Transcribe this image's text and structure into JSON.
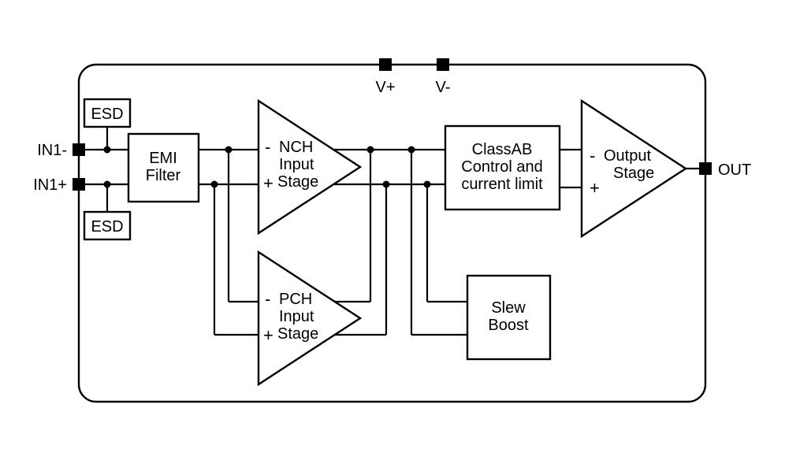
{
  "colors": {
    "line": "#000000",
    "background": "#ffffff",
    "pin_fill": "#000000"
  },
  "pins": {
    "v_plus": {
      "label": "V+"
    },
    "v_minus": {
      "label": "V-"
    },
    "in1_minus": {
      "label": "IN1-"
    },
    "in1_plus": {
      "label": "IN1+"
    },
    "out": {
      "label": "OUT"
    }
  },
  "blocks": {
    "esd_top": {
      "label": "ESD"
    },
    "esd_bottom": {
      "label": "ESD"
    },
    "emi_filter": {
      "line1": "EMI",
      "line2": "Filter"
    },
    "nch_input_stage": {
      "minus_sign": "-",
      "plus_sign": "+",
      "line1": "NCH",
      "line2": "Input",
      "line3": "Stage"
    },
    "pch_input_stage": {
      "minus_sign": "-",
      "plus_sign": "+",
      "line1": "PCH",
      "line2": "Input",
      "line3": "Stage"
    },
    "classab_control": {
      "line1": "ClassAB",
      "line2": "Control and",
      "line3": "current limit"
    },
    "slew_boost": {
      "line1": "Slew",
      "line2": "Boost"
    },
    "output_stage": {
      "minus_sign": "-",
      "plus_sign": "+",
      "line1": "Output",
      "line2": "Stage"
    }
  }
}
